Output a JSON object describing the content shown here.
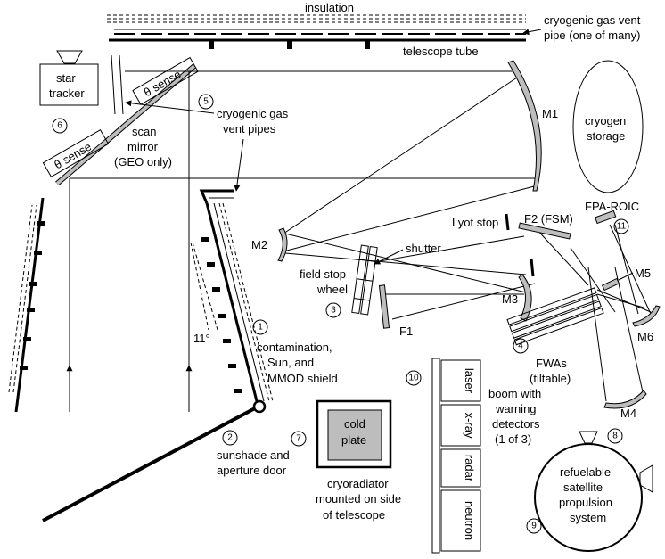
{
  "labels": {
    "insulation": "insulation",
    "vent_pipe_top_1": "cryogenic gas vent",
    "vent_pipe_top_2": "pipe (one of many)",
    "telescope_tube": "telescope tube",
    "star_tracker_1": "star",
    "star_tracker_2": "tracker",
    "theta_sense": "θ sense",
    "vent_pipes_1": "cryogenic gas",
    "vent_pipes_2": "vent pipes",
    "scan_mirror_1": "scan",
    "scan_mirror_2": "mirror",
    "scan_mirror_3": "(GEO only)",
    "m1": "M1",
    "cryogen_1": "cryogen",
    "cryogen_2": "storage",
    "m2": "M2",
    "shutter": "shutter",
    "lyot_stop": "Lyot stop",
    "f2": "F2 (FSM)",
    "fpa_roic": "FPA-ROIC",
    "field_stop_1": "field stop",
    "field_stop_2": "wheel",
    "m3": "M3",
    "m5": "M5",
    "m6": "M6",
    "f1": "F1",
    "fwas_1": "FWAs",
    "fwas_2": "(tiltable)",
    "angle": "11°",
    "shield_1": "contamination,",
    "shield_2": "Sun, and",
    "shield_3": "MMOD  shield",
    "m4": "M4",
    "sunshade_1": "sunshade and",
    "sunshade_2": "aperture door",
    "cold_plate_1": "cold",
    "cold_plate_2": "plate",
    "cryoradiator_1": "cryoradiator",
    "cryoradiator_2": "mounted on side",
    "cryoradiator_3": "of telescope",
    "laser": "laser",
    "xray": "x-ray",
    "radar": "radar",
    "neutron": "neutron",
    "boom_1": "boom with",
    "boom_2": "warning",
    "boom_3": "detectors",
    "boom_4": "(1 of 3)",
    "propulsion_1": "refuelable",
    "propulsion_2": "satellite",
    "propulsion_3": "propulsion",
    "propulsion_4": "system"
  },
  "callouts": [
    "1",
    "2",
    "3",
    "4",
    "5",
    "6",
    "7",
    "8",
    "9",
    "10",
    "11"
  ]
}
